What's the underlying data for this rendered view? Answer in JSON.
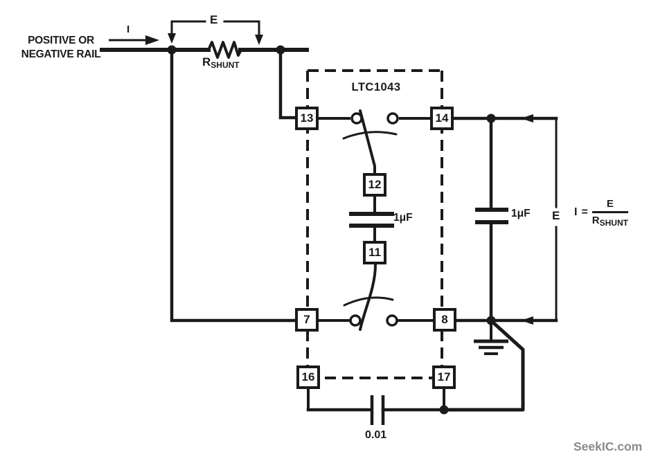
{
  "colors": {
    "ink": "#1a1a1a",
    "bg": "#ffffff",
    "watermark": "#8a8a8a"
  },
  "rail": {
    "line1": "POSITIVE OR",
    "line2": "NEGATIVE RAIL",
    "current": "I",
    "voltage": "E"
  },
  "shunt": {
    "base": "R",
    "sub": "SHUNT"
  },
  "ic": {
    "name": "LTC1043",
    "pins": [
      "13",
      "14",
      "12",
      "11",
      "7",
      "8",
      "16",
      "17"
    ]
  },
  "capacitors": {
    "flying": "1μF",
    "output": "1μF",
    "oscillator": "0.01"
  },
  "output": {
    "voltage": "E"
  },
  "formula": {
    "lhs": "I",
    "eq": "=",
    "numerator": "E",
    "den_base": "R",
    "den_sub": "SHUNT"
  },
  "watermark": "SeekIC.com"
}
